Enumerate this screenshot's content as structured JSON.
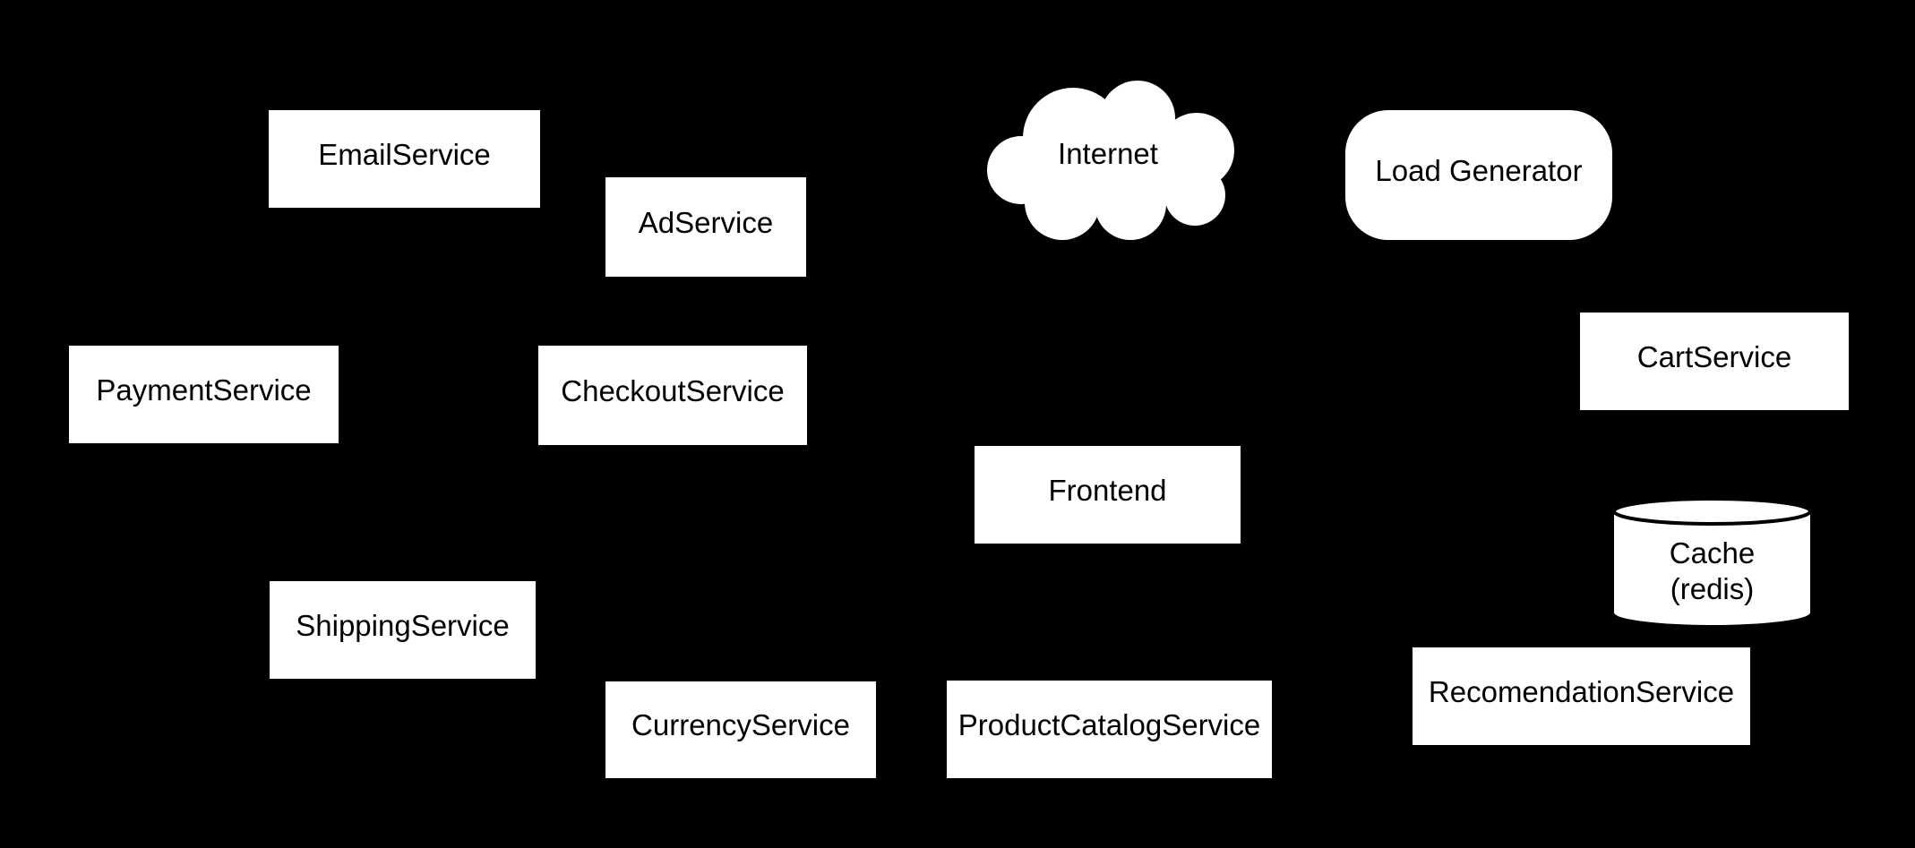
{
  "canvas": {
    "background_color": "#000000",
    "node_fill_color": "#ffffff",
    "node_text_color": "#000000"
  },
  "diagram": {
    "type": "microservices-architecture",
    "edges_visible": false,
    "nodes": [
      {
        "id": "email",
        "label": "EmailService",
        "shape": "rectangle"
      },
      {
        "id": "ad",
        "label": "AdService",
        "shape": "rectangle"
      },
      {
        "id": "internet",
        "label": "Internet",
        "shape": "cloud"
      },
      {
        "id": "loadgen",
        "label": "Load Generator",
        "shape": "rounded-rectangle"
      },
      {
        "id": "payment",
        "label": "PaymentService",
        "shape": "rectangle"
      },
      {
        "id": "checkout",
        "label": "CheckoutService",
        "shape": "rectangle"
      },
      {
        "id": "cart",
        "label": "CartService",
        "shape": "rectangle"
      },
      {
        "id": "frontend",
        "label": "Frontend",
        "shape": "rectangle"
      },
      {
        "id": "cache",
        "label": "Cache\n(redis)",
        "shape": "cylinder"
      },
      {
        "id": "shipping",
        "label": "ShippingService",
        "shape": "rectangle"
      },
      {
        "id": "currency",
        "label": "CurrencyService",
        "shape": "rectangle"
      },
      {
        "id": "productcatalog",
        "label": "ProductCatalogService",
        "shape": "rectangle"
      },
      {
        "id": "recomendation",
        "label": "RecomendationService",
        "shape": "rectangle"
      }
    ]
  }
}
